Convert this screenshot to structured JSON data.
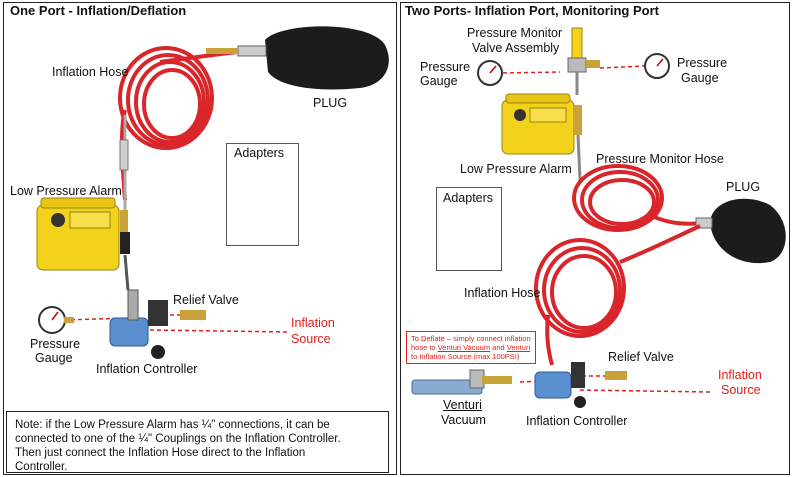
{
  "left": {
    "title": "One Port - Inflation/Deflation",
    "inflation_hose": "Inflation Hose",
    "plug": "PLUG",
    "adapters": "Adapters",
    "low_pressure_alarm": "Low Pressure Alarm",
    "relief_valve": "Relief Valve",
    "pressure_gauge_1": "Pressure",
    "pressure_gauge_2": "Gauge",
    "inflation_source_1": "Inflation",
    "inflation_source_2": "Source",
    "inflation_controller": "Inflation Controller",
    "note_1": "Note: if the Low Pressure Alarm has ¼\" connections, it can be",
    "note_2": "connected to one of the ¼\" Couplings on the Inflation Controller.",
    "note_3": "Then just connect the Inflation Hose direct to the Inflation",
    "note_4": "Controller."
  },
  "right": {
    "title": "Two Ports- Inflation Port, Monitoring Port",
    "pmva_1": "Pressure Monitor",
    "pmva_2": "Valve Assembly",
    "pressure_gauge_l1": "Pressure",
    "pressure_gauge_l2": "Gauge",
    "pressure_gauge_r1": "Pressure",
    "pressure_gauge_r2": "Gauge",
    "low_pressure_alarm": "Low Pressure Alarm",
    "pressure_monitor_hose": "Pressure Monitor Hose",
    "plug": "PLUG",
    "adapters": "Adapters",
    "inflation_hose": "Inflation Hose",
    "deflate_1": "To Deflate – simply connect inflation",
    "deflate_2a": "hose to ",
    "deflate_2b": "Venturi Vacuum",
    "deflate_2c": " and ",
    "deflate_2d": "Venturi",
    "deflate_3": "to Inflation Source (max 100PSI)",
    "relief_valve": "Relief Valve",
    "inflation_source_1": "Inflation",
    "inflation_source_2": "Source",
    "venturi_1": "Venturi",
    "venturi_2": "Vacuum",
    "inflation_controller": "Inflation Controller"
  },
  "colors": {
    "hose_red": "#d9262b",
    "alarm_yellow": "#f3d21b",
    "label_red": "#e0201b",
    "controller_blue": "#5a8fd0"
  }
}
